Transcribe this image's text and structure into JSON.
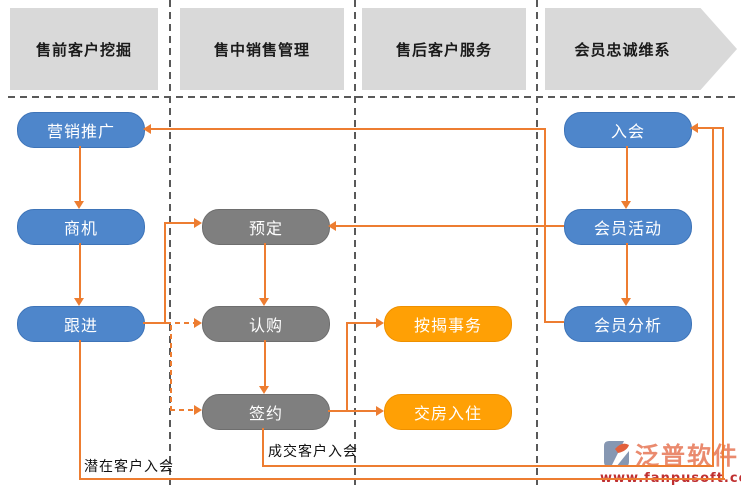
{
  "headers": [
    {
      "label": "售前客户挖掘"
    },
    {
      "label": "售中销售管理"
    },
    {
      "label": "售后客户服务"
    },
    {
      "label": "会员忠诚维系"
    }
  ],
  "nodes": {
    "marketing": "营销推广",
    "opportunity": "商机",
    "followup": "跟进",
    "reservation": "预定",
    "subscription": "认购",
    "signing": "签约",
    "mortgage": "按揭事务",
    "handover": "交房入住",
    "join": "入会",
    "member_activity": "会员活动",
    "member_analysis": "会员分析"
  },
  "annotations": {
    "potential_join": "潜在客户入会",
    "deal_join": "成交客户入会"
  },
  "logo": {
    "name": "泛普软件",
    "url": "www.fanpusoft.com",
    "icon": "fanpu-swoosh-icon"
  },
  "colors": {
    "node_blue": "#4E86CB",
    "node_gray": "#7F7F7F",
    "node_orange": "#FFA005",
    "connector": "#ED7D31",
    "header_bg": "#D9D9D9",
    "separator": "#595959",
    "logo_text": "#EA8A6E",
    "logo_url": "#C03030"
  }
}
